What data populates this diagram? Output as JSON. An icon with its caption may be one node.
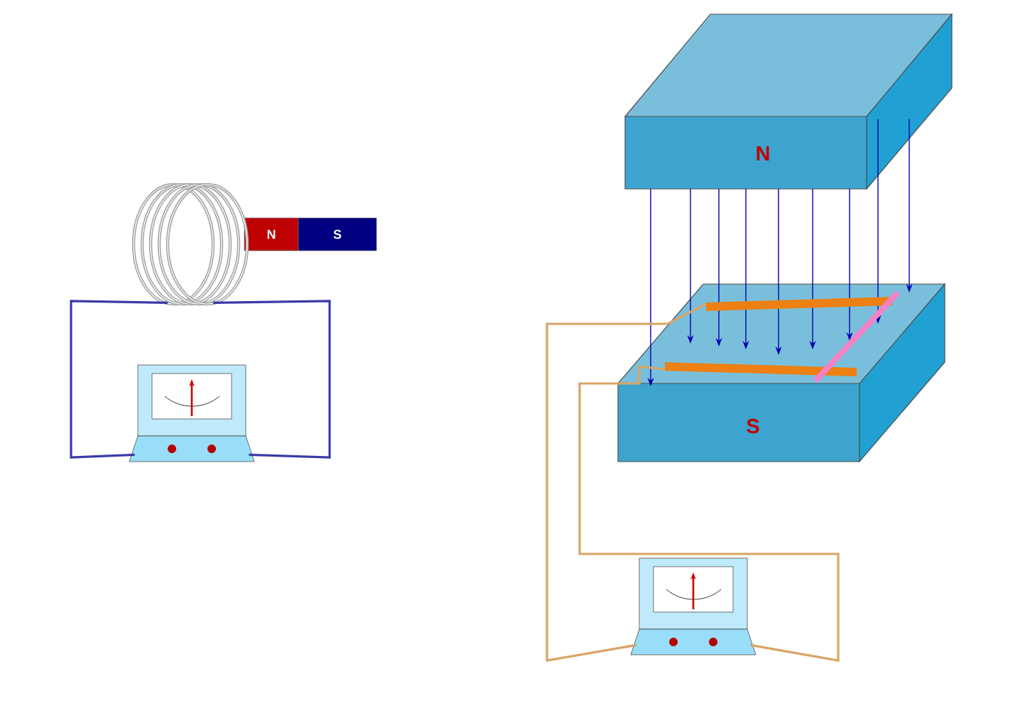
{
  "diagram": {
    "nodes": [
      {
        "text": [
          "N"
        ]
      },
      {
        "text": [
          "S"
        ]
      },
      {
        "text": [
          "N"
        ]
      },
      {
        "text": [
          "S"
        ]
      },
      {
        "text": [],
        "shape": "coil"
      },
      {
        "text": [],
        "shape": "picture"
      },
      {
        "text": [],
        "shape": "picture"
      },
      {
        "text": [],
        "shape": "bar"
      },
      {
        "text": [],
        "shape": "bar"
      }
    ],
    "edges": [
      {
        "from": 4,
        "to": 5,
        "arrow": "none",
        "color": "#3a3aa8"
      },
      {
        "from": 4,
        "to": 5,
        "arrow": "none",
        "color": "#3a3aa8"
      },
      {
        "from": 7,
        "to": 6,
        "arrow": "none",
        "color": "#d9a465"
      },
      {
        "from": 8,
        "to": 6,
        "arrow": "none",
        "color": "#d9a465"
      }
    ]
  }
}
